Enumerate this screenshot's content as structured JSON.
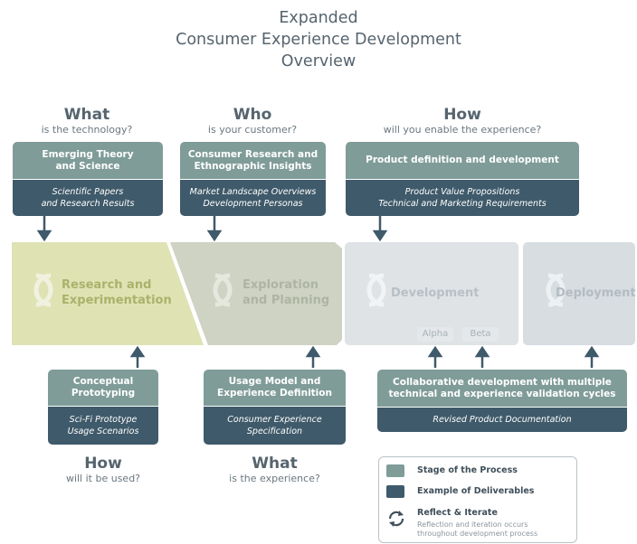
{
  "title": {
    "line1": "Expanded",
    "line2": "Consumer Experience Development",
    "line3": "Overview"
  },
  "top": [
    {
      "heading": "What",
      "sub": "is the technology?",
      "stage": "Emerging Theory\nand Science",
      "deliverables": "Scientific Papers\nand Research Results"
    },
    {
      "heading": "Who",
      "sub": "is your customer?",
      "stage": "Consumer Research and\nEthnographic Insights",
      "deliverables": "Market Landscape Overviews\nDevelopment Personas"
    },
    {
      "heading": "How",
      "sub": "will you enable the experience?",
      "stage": "Product definition and development",
      "deliverables": "Product Value Propositions\nTechnical and Marketing Requirements"
    }
  ],
  "phases": [
    {
      "label": "Research and\nExperimentation",
      "color": "#dfe3b4",
      "text_color": "#a9b26a"
    },
    {
      "label": "Exploration\nand Planning",
      "color": "#cfd3c4",
      "text_color": "#aeb4a2"
    },
    {
      "label": "Development",
      "color": "#dfe3e6",
      "text_color": "#b8c0c6"
    },
    {
      "label": "Deployment",
      "color": "#d7dde1",
      "text_color": "#b3bcc3"
    }
  ],
  "tags": {
    "alpha": "Alpha",
    "beta": "Beta"
  },
  "bottom": [
    {
      "stage": "Conceptual\nPrototyping",
      "deliverables": "Sci-Fi Prototype\nUsage Scenarios",
      "heading": "How",
      "sub": "will it be used?"
    },
    {
      "stage": "Usage Model and\nExperience Definition",
      "deliverables": "Consumer Experience\nSpecification",
      "heading": "What",
      "sub": "is the experience?"
    },
    {
      "stage": "Collaborative development with multiple\ntechnical and experience validation cycles",
      "deliverables": "Revised Product Documentation"
    }
  ],
  "legend": {
    "stage_label": "Stage of the Process",
    "deliverables_label": "Example of Deliverables",
    "iterate_label": "Reflect & Iterate",
    "iterate_note": "Reflection and iteration occurs\nthroughout development process"
  },
  "colors": {
    "stage": "#7f9c98",
    "deliverables": "#3f5a6a",
    "arrow": "#3f5a6a"
  },
  "icons": {
    "iterate": "cycle-arrows-icon"
  }
}
